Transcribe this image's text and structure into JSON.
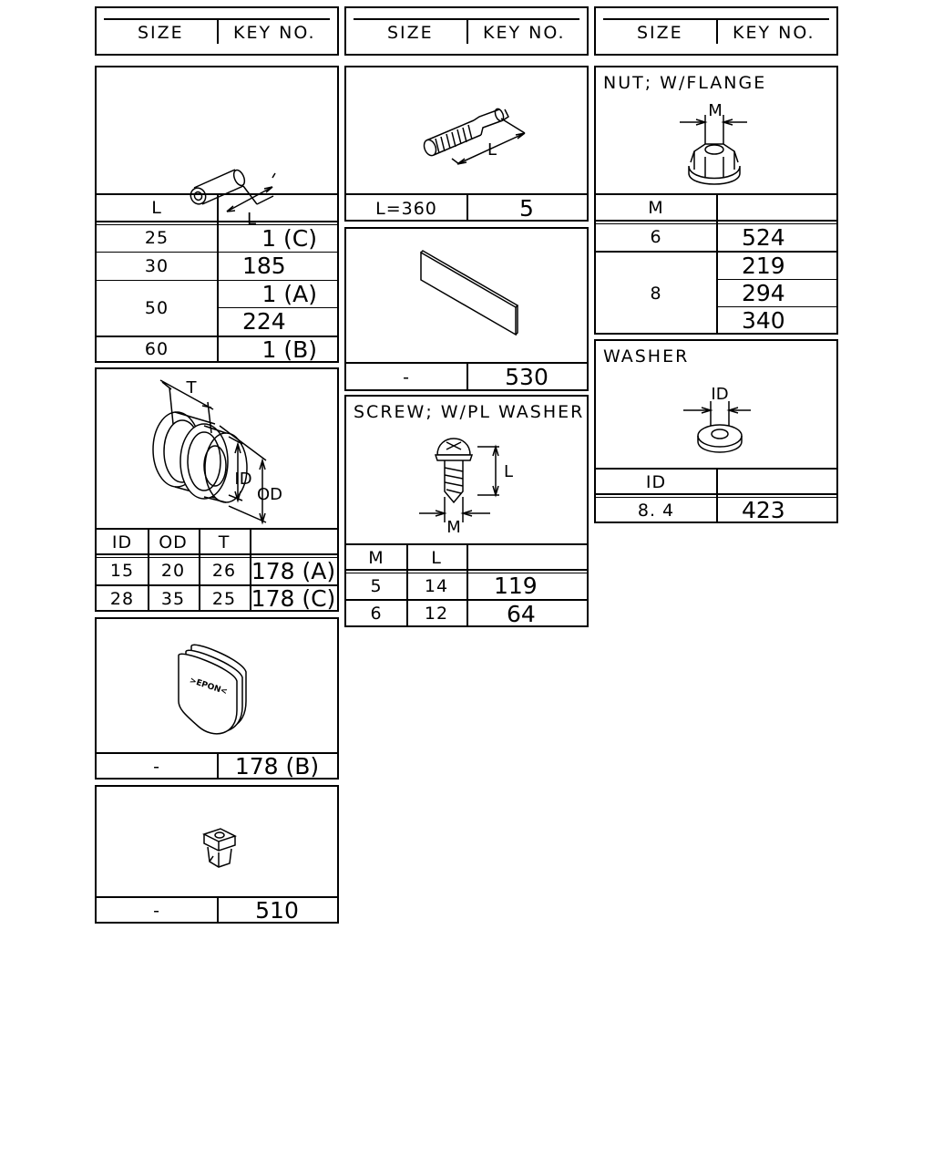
{
  "headers": [
    {
      "size": "SIZE",
      "key": "KEY NO."
    },
    {
      "size": "SIZE",
      "key": "KEY NO."
    },
    {
      "size": "SIZE",
      "key": "KEY NO."
    }
  ],
  "tube": {
    "dim_label": "L",
    "col_label": "L",
    "rows": [
      {
        "size": "25",
        "key": "1 (C)"
      },
      {
        "size": "30",
        "key": "185"
      },
      {
        "size": "50",
        "key": "1 (A)"
      },
      {
        "size": "",
        "key": "224"
      },
      {
        "size": "60",
        "key": "1 (B)"
      }
    ]
  },
  "grommet": {
    "dim_t": "T",
    "dim_id": "ID",
    "dim_od": "OD",
    "cols": [
      "ID",
      "OD",
      "T"
    ],
    "rows": [
      {
        "id": "15",
        "od": "20",
        "t": "26",
        "key": "178 (A)"
      },
      {
        "id": "28",
        "od": "35",
        "t": "25",
        "key": "178 (C)"
      }
    ]
  },
  "cap": {
    "emblem": ">EPON<",
    "size": "-",
    "key": "178 (B)"
  },
  "clip_nut": {
    "size": "-",
    "key": "510"
  },
  "rod": {
    "dim_label": "L",
    "size": "L=360",
    "key": "5"
  },
  "plate": {
    "size": "-",
    "key": "530"
  },
  "screw": {
    "title": "SCREW; W/PL WASHER",
    "dim_l": "L",
    "dim_m": "M",
    "cols": [
      "M",
      "L"
    ],
    "rows": [
      {
        "m": "5",
        "l": "14",
        "key": "119"
      },
      {
        "m": "6",
        "l": "12",
        "key": "64"
      }
    ]
  },
  "flange_nut": {
    "title": "NUT; W/FLANGE",
    "dim_m": "M",
    "col": "M",
    "rows": [
      {
        "size": "6",
        "key": "524"
      },
      {
        "size": "8",
        "key": "219"
      },
      {
        "size": "",
        "key": "294"
      },
      {
        "size": "",
        "key": "340"
      }
    ]
  },
  "washer": {
    "title": "WASHER",
    "dim_id": "ID",
    "col": "ID",
    "rows": [
      {
        "size": "8. 4",
        "key": "423"
      }
    ]
  }
}
